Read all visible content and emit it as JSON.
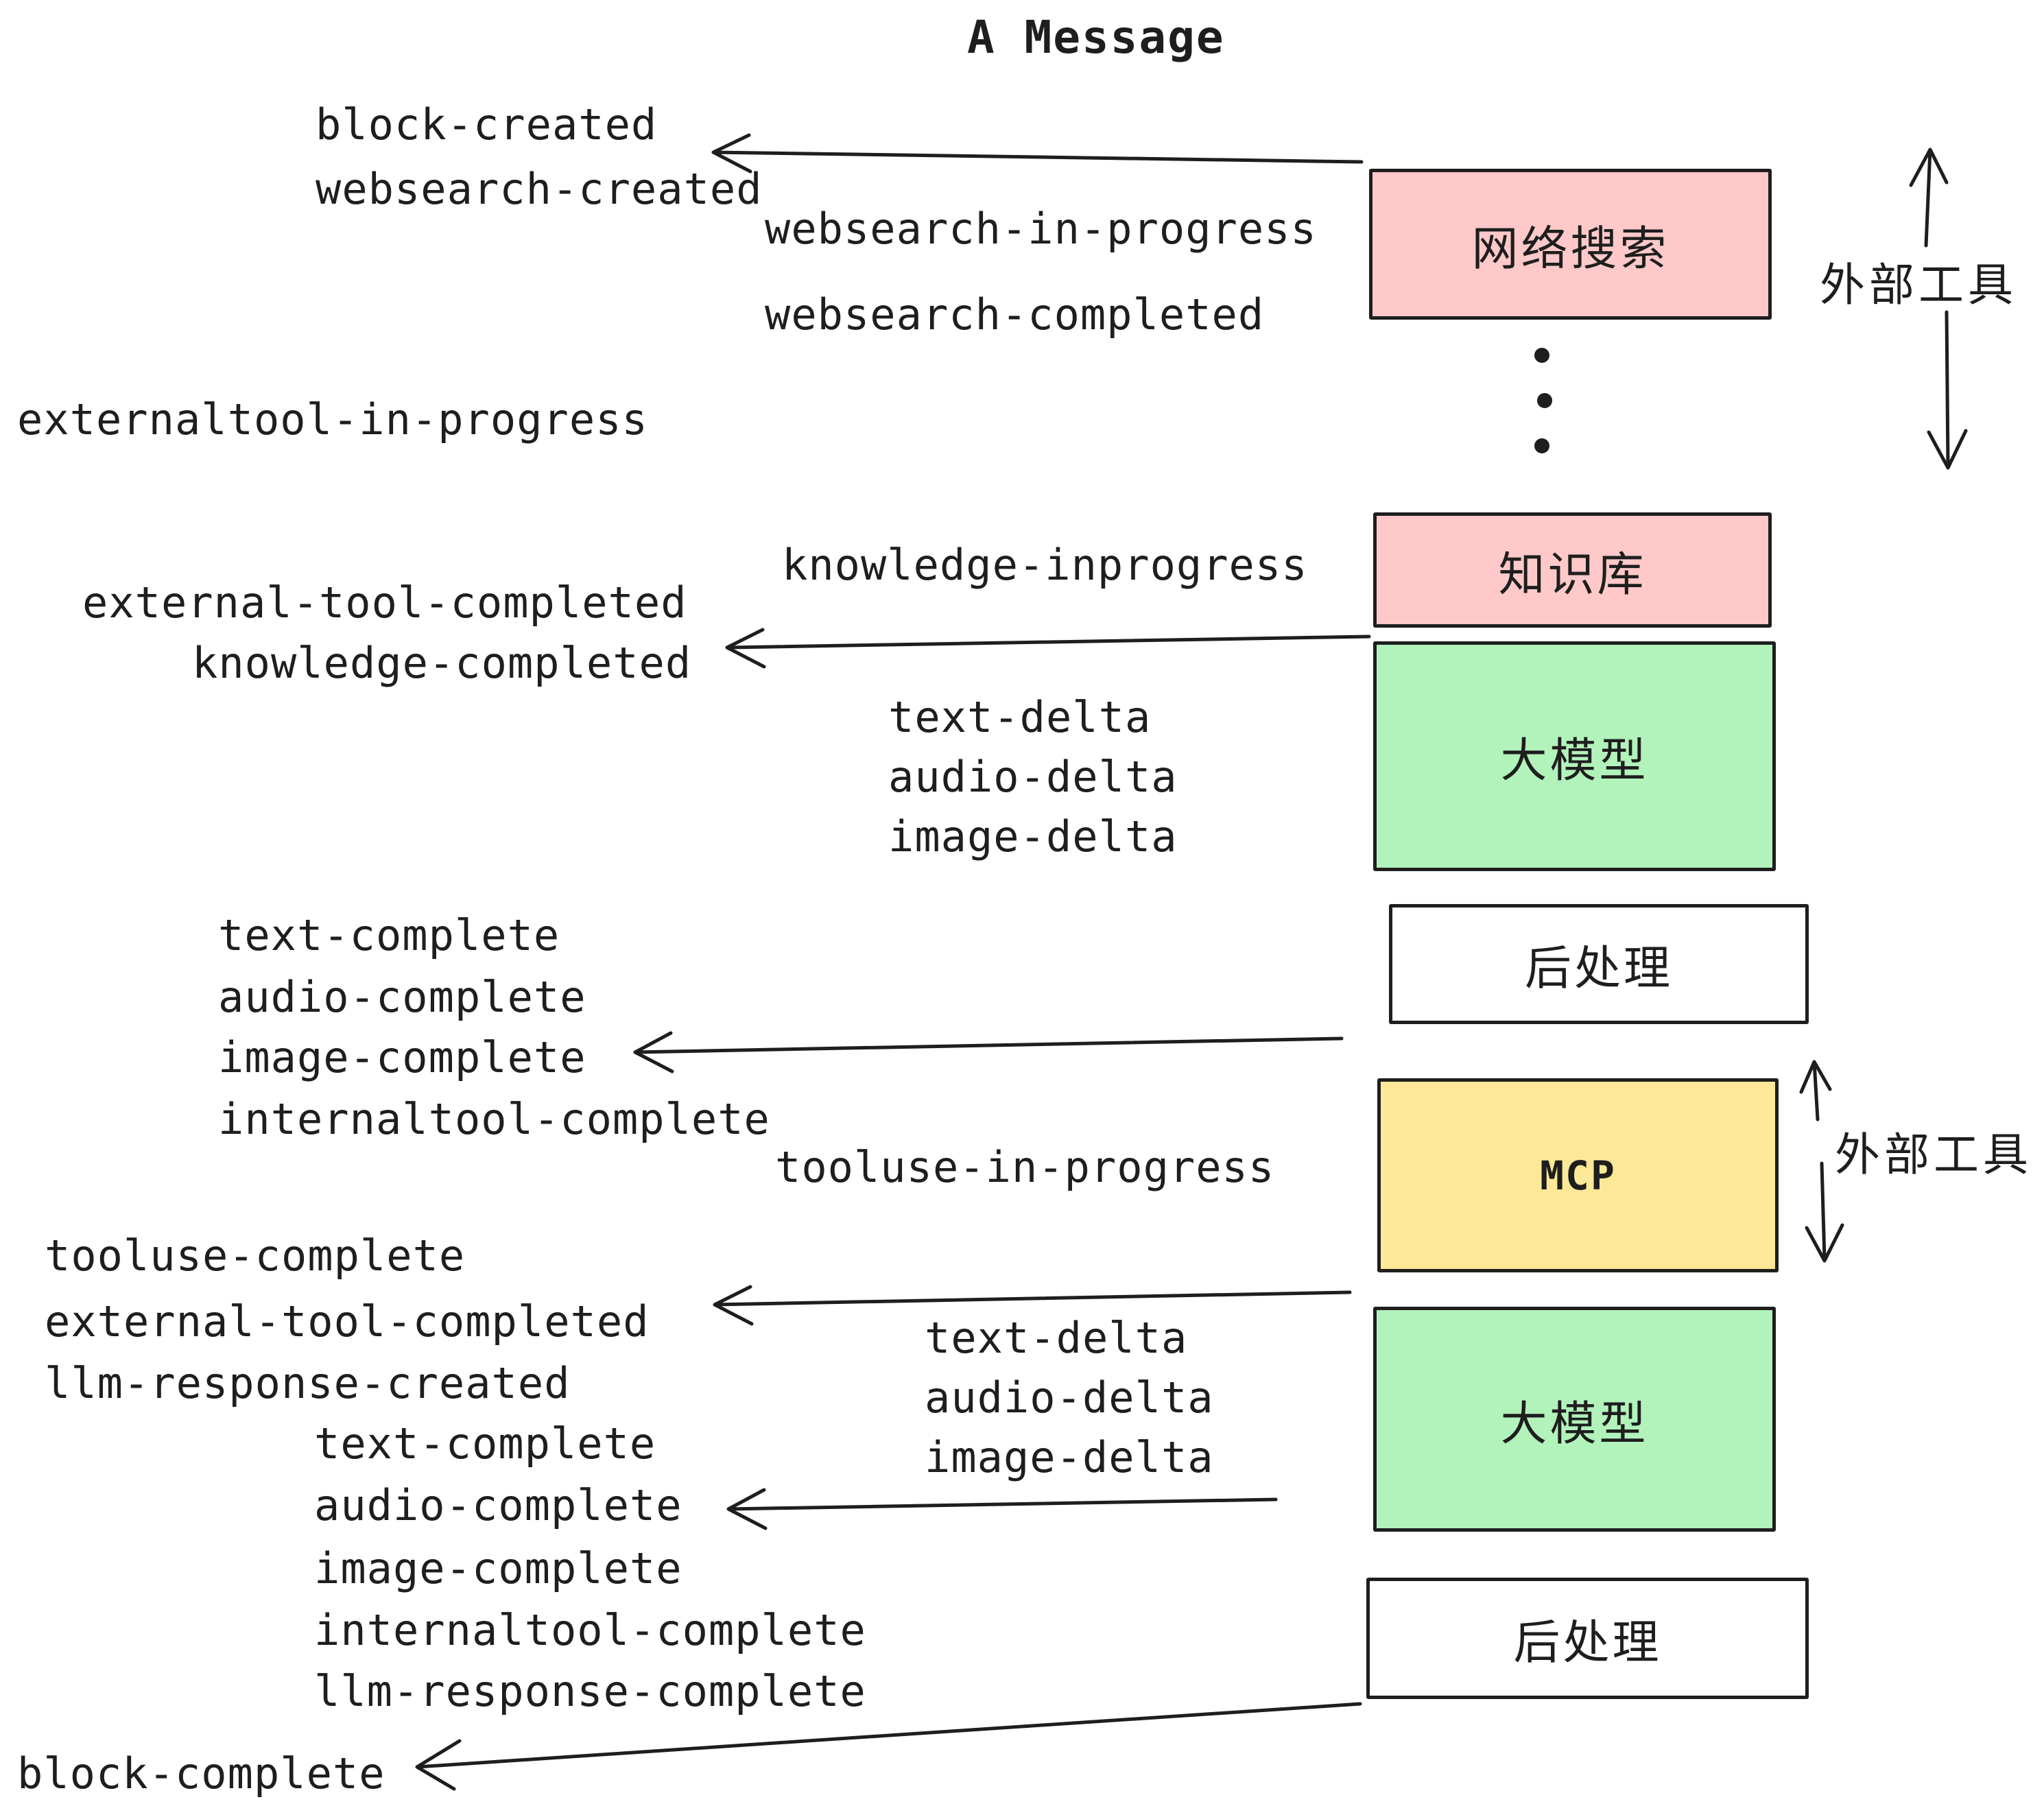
{
  "title": "A Message",
  "boxes": [
    {
      "id": "web-search",
      "label": "网络搜索",
      "color": "#ffc9c9"
    },
    {
      "id": "knowledge-base",
      "label": "知识库",
      "color": "#ffc9c9"
    },
    {
      "id": "llm-1",
      "label": "大模型",
      "color": "#b2f2bb"
    },
    {
      "id": "post-process-1",
      "label": "后处理",
      "color": "#ffffff"
    },
    {
      "id": "mcp",
      "label": "MCP",
      "color": "#fce897"
    },
    {
      "id": "llm-2",
      "label": "大模型",
      "color": "#b2f2bb"
    },
    {
      "id": "post-process-2",
      "label": "后处理",
      "color": "#ffffff"
    }
  ],
  "side_labels": [
    {
      "text": "外部工具"
    },
    {
      "text": "外部工具"
    }
  ],
  "events": [
    {
      "text": "block-created"
    },
    {
      "text": "websearch-created"
    },
    {
      "text": "websearch-in-progress"
    },
    {
      "text": "websearch-completed"
    },
    {
      "text": "externaltool-in-progress"
    },
    {
      "text": "knowledge-inprogress"
    },
    {
      "text": "external-tool-completed"
    },
    {
      "text": "knowledge-completed"
    },
    {
      "text": "text-delta"
    },
    {
      "text": "audio-delta"
    },
    {
      "text": "image-delta"
    },
    {
      "text": "text-complete"
    },
    {
      "text": "audio-complete"
    },
    {
      "text": "image-complete"
    },
    {
      "text": "internaltool-complete"
    },
    {
      "text": "tooluse-in-progress"
    },
    {
      "text": "tooluse-complete"
    },
    {
      "text": "external-tool-completed"
    },
    {
      "text": "llm-response-created"
    },
    {
      "text": "text-complete"
    },
    {
      "text": "audio-complete"
    },
    {
      "text": "text-delta"
    },
    {
      "text": "audio-delta"
    },
    {
      "text": "image-delta"
    },
    {
      "text": "image-complete"
    },
    {
      "text": "internaltool-complete"
    },
    {
      "text": "llm-response-complete"
    },
    {
      "text": "block-complete"
    }
  ],
  "colors": {
    "stroke": "#1e1e1e",
    "background": "#ffffff",
    "pink": "#ffc9c9",
    "green": "#b2f2bb",
    "yellow": "#fce897"
  }
}
